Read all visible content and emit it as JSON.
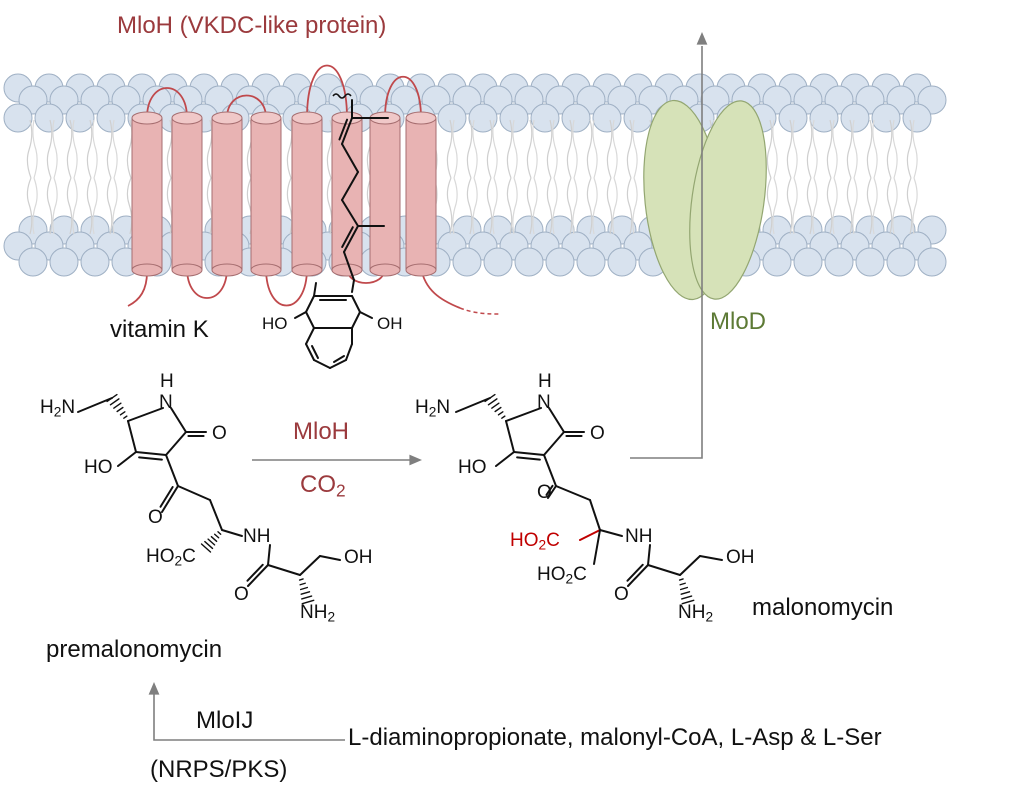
{
  "title": "MloH (VKDC-like protein)",
  "labels": {
    "vitamin_k": "vitamin K",
    "mlod": "MloD",
    "mloh_arrow": "MloH",
    "co2_main": "CO",
    "co2_sub": "2",
    "premalonomycin": "premalonomycin",
    "malonomycin": "malonomycin",
    "mloij": "MloIJ",
    "nrps_pks": "(NRPS/PKS)",
    "substrates": "L-diaminopropionate, malonyl-CoA, L-Asp & L-Ser"
  },
  "atoms": {
    "ho": "HO",
    "oh": "OH",
    "h": "H",
    "n": "N",
    "nh": "NH",
    "o": "O",
    "h2n_main": "H",
    "h2n_sub": "2",
    "h2n_n": "N",
    "ho2c_main": "HO",
    "ho2c_sub": "2",
    "ho2c_c": "C",
    "nh2_main": "NH",
    "nh2_sub": "2"
  },
  "colors": {
    "membrane_head": "#d8e2ee",
    "membrane_head_stroke": "#9fb0c4",
    "helix_fill": "#e8b3b3",
    "helix_stroke": "#a66e70",
    "loop": "#c0494c",
    "mlod_fill": "#d6e2b8",
    "mlod_stroke": "#93a671",
    "arrow": "#7f7f7f",
    "highlight": "#c00000",
    "title": "#9b3a3d"
  }
}
